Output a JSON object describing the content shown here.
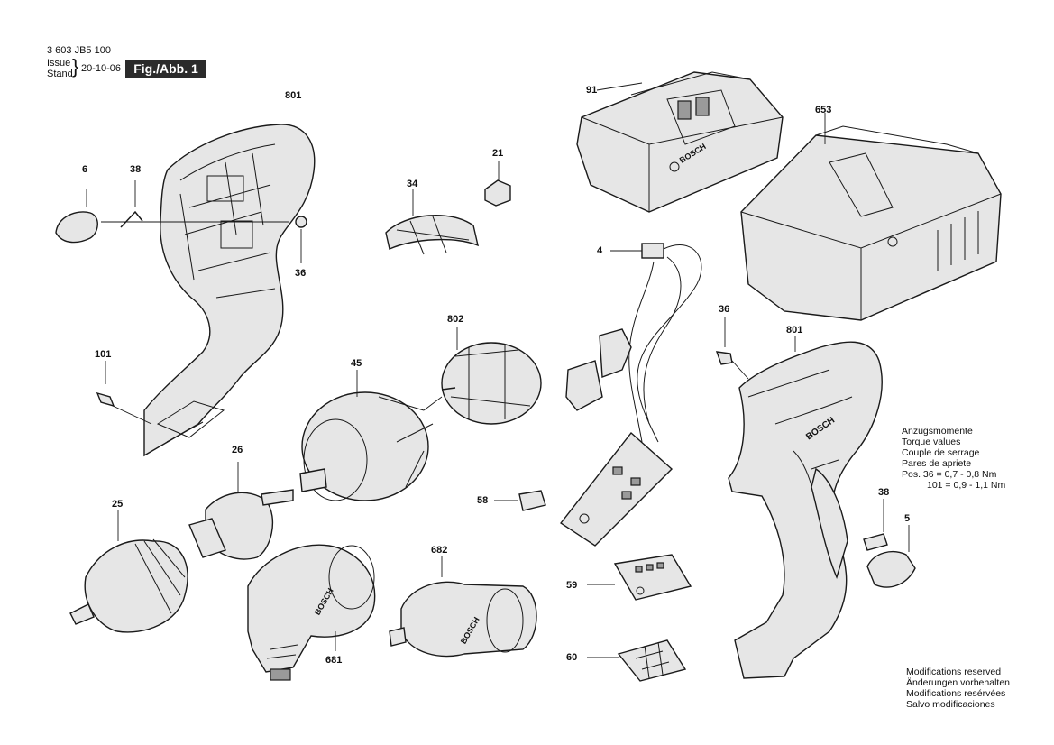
{
  "header": {
    "part_number": "3 603 JB5 100",
    "issue_label": "Issue",
    "stand_label": "Stand",
    "date": "20-10-06",
    "figure": "Fig./Abb. 1"
  },
  "callouts": {
    "p801a": "801",
    "p6": "6",
    "p38a": "38",
    "p36a": "36",
    "p101": "101",
    "p34": "34",
    "p21": "21",
    "p91": "91",
    "p653": "653",
    "p4": "4",
    "p802": "802",
    "p45": "45",
    "p26": "26",
    "p25": "25",
    "p58": "58",
    "p682": "682",
    "p681": "681",
    "p59": "59",
    "p60": "60",
    "p36b": "36",
    "p801b": "801",
    "p38b": "38",
    "p5": "5"
  },
  "torque": {
    "line1": "Anzugsmomente",
    "line2": "Torque values",
    "line3": "Couple de serrage",
    "line4": "Pares de apriete",
    "line5": "Pos.  36  = 0,7 - 0,8 Nm",
    "line6": "101 = 0,9 - 1,1 Nm"
  },
  "footer": {
    "line1": "Modifications reserved",
    "line2": "Änderungen vorbehalten",
    "line3": "Modifications resérvées",
    "line4": "Salvo modificaciones"
  },
  "brand": {
    "logo_text": "BOSCH"
  }
}
